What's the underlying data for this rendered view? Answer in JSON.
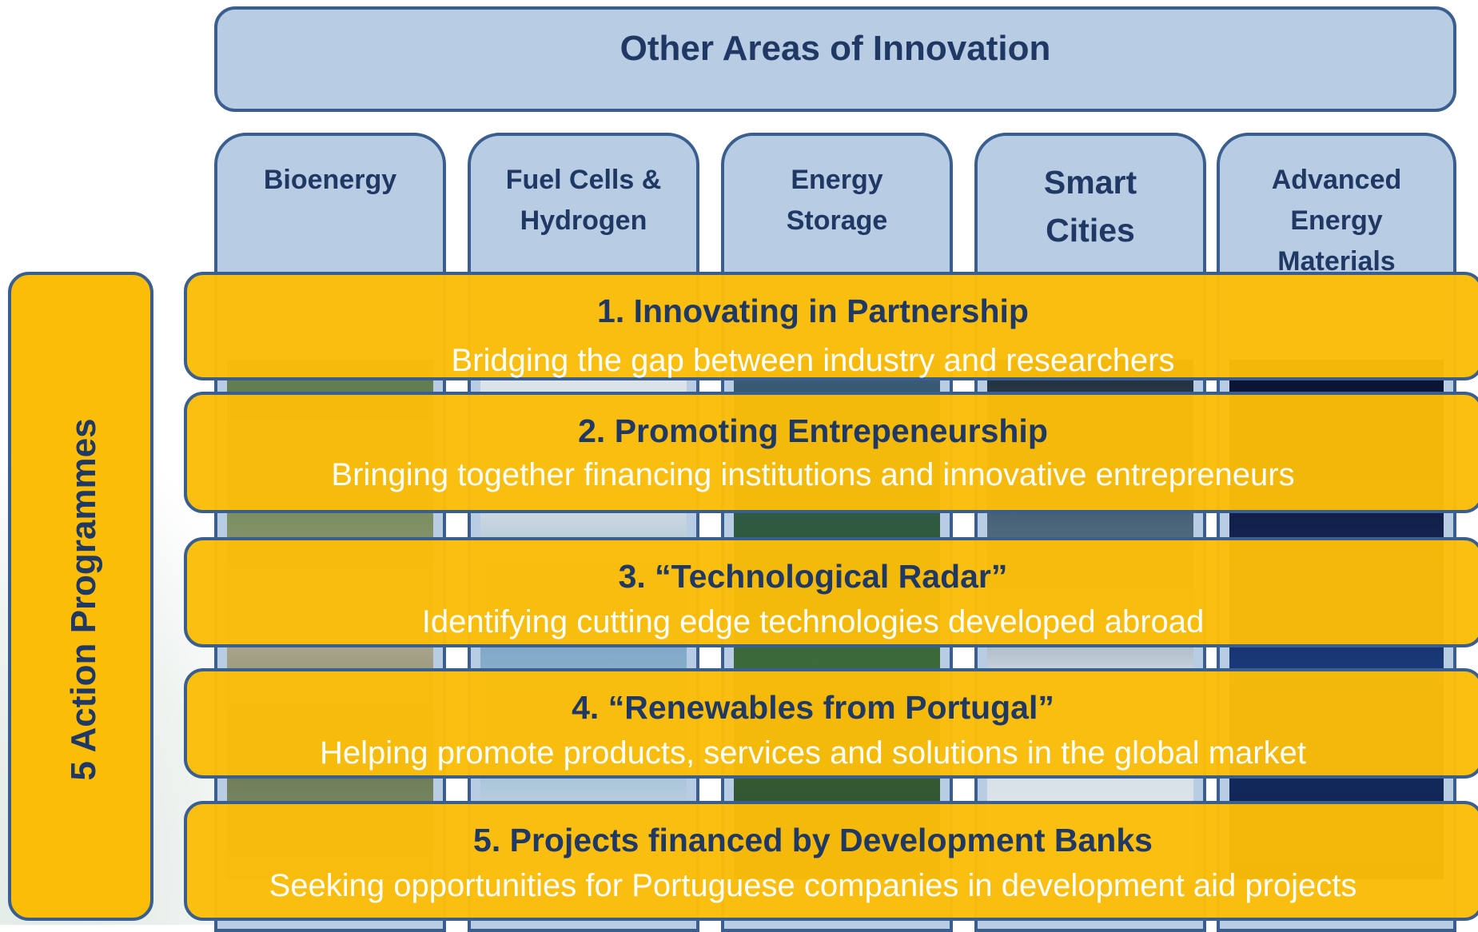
{
  "top_title": "Other Areas of Innovation",
  "columns": [
    "Bioenergy",
    "Fuel Cells &\nHydrogen",
    "Energy\nStorage",
    "Smart\nCities",
    "Advanced\nEnergy\nMaterials"
  ],
  "side_label": "5 Action Programmes",
  "programmes": [
    {
      "title": "1.   Innovating in Partnership",
      "subtitle": "Bridging the gap between industry and researchers"
    },
    {
      "title": "2. Promoting  Entrepeneurship",
      "subtitle": "Bringing together financing institutions and innovative entrepreneurs"
    },
    {
      "title": "3. “Technological Radar”",
      "subtitle": "Identifying cutting edge technologies developed abroad"
    },
    {
      "title": "4. “Renewables from Portugal”",
      "subtitle": "Helping promote products, services and solutions in the global market"
    },
    {
      "title": "5. Projects financed by Development Banks",
      "subtitle": "Seeking opportunities for Portuguese companies in development aid projects"
    }
  ],
  "colors": {
    "blue_fill": "#b8cce4",
    "blue_border": "#3a5f8f",
    "navy_text": "#1f3864",
    "amber": "#fbbd08"
  }
}
